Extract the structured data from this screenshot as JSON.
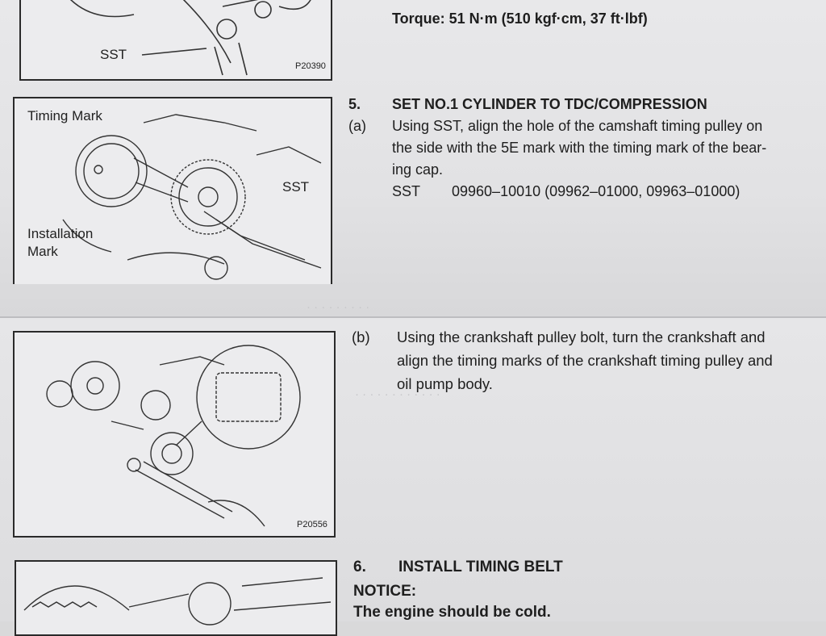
{
  "top_figure": {
    "callout": "SST",
    "code": "P20390"
  },
  "torque_line": "Torque: 51 N·m (510 kgf·cm, 37 ft·lbf)",
  "figure_5": {
    "callout_timing": "Timing Mark",
    "callout_sst": "SST",
    "callout_install_1": "Installation",
    "callout_install_2": "Mark"
  },
  "step5": {
    "number": "5.",
    "title": "SET NO.1 CYLINDER TO TDC/COMPRESSION",
    "sub_a": "(a)",
    "lines": [
      "Using SST, align the hole of the camshaft timing pulley on",
      "the side with the 5E mark with the timing mark of the bear-",
      "ing cap."
    ],
    "sst_label": "SST",
    "sst_value": "09960–10010 (09962–01000, 09963–01000)"
  },
  "figure_b": {
    "code": "P20556"
  },
  "step5b": {
    "sub_b": "(b)",
    "lines": [
      "Using the crankshaft pulley bolt, turn the crankshaft and",
      "align the timing marks of the crankshaft timing pulley and",
      "oil pump body."
    ]
  },
  "step6": {
    "number": "6.",
    "title": "INSTALL TIMING BELT",
    "notice": "NOTICE:",
    "note": "The engine should be cold."
  }
}
